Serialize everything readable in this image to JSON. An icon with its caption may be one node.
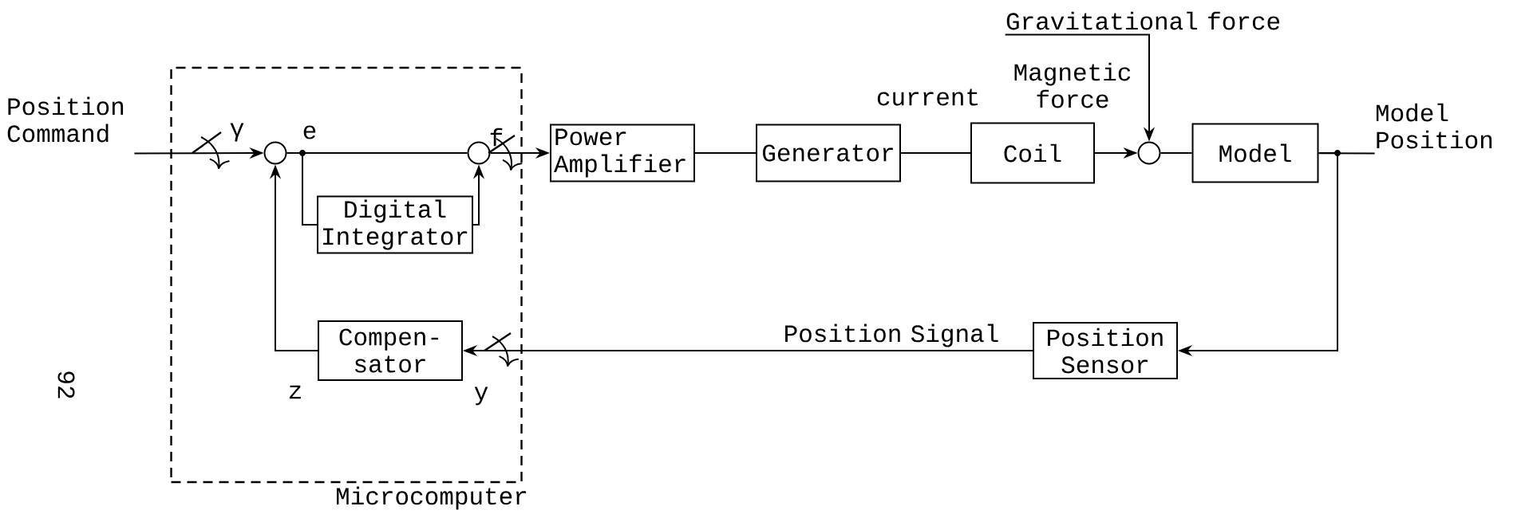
{
  "diagram": {
    "nodes": [
      {
        "text": [
          "Microcomputer"
        ]
      },
      {
        "text": [],
        "shape": "circle",
        "in": 0
      },
      {
        "text": [],
        "shape": "circle",
        "in": 0
      },
      {
        "text": [
          "Digital Integrator"
        ],
        "in": 0
      },
      {
        "text": [
          "Compen- sator"
        ],
        "in": 0
      },
      {
        "text": [
          "Power Amplifier"
        ]
      },
      {
        "text": [
          "Generator"
        ]
      },
      {
        "text": [
          "Coil"
        ]
      },
      {
        "text": [],
        "shape": "circle"
      },
      {
        "text": [
          "Model"
        ]
      },
      {
        "text": [
          "Position Sensor"
        ]
      },
      {
        "text": [
          "Position Command"
        ]
      },
      {
        "text": [
          "Model Position"
        ]
      },
      {
        "text": [
          "Gravitational force"
        ]
      }
    ],
    "edges": [
      {
        "from": 11,
        "to": 1,
        "arrow": "to"
      },
      {
        "from": 4,
        "to": 1,
        "arrow": "to"
      },
      {
        "from": 1,
        "to": 2,
        "arrow": "none"
      },
      {
        "from": 1,
        "to": 3,
        "arrow": "none"
      },
      {
        "from": 3,
        "to": 2,
        "arrow": "to"
      },
      {
        "from": 2,
        "to": 5,
        "arrow": "to"
      },
      {
        "from": 5,
        "to": 6,
        "arrow": "none"
      },
      {
        "from": 6,
        "to": 7,
        "arrow": "none",
        "label": "current"
      },
      {
        "from": 7,
        "to": 8,
        "arrow": "to",
        "label": "Magnetic force"
      },
      {
        "from": 13,
        "to": 8,
        "arrow": "to"
      },
      {
        "from": 8,
        "to": 9,
        "arrow": "none"
      },
      {
        "from": 9,
        "to": 12,
        "arrow": "none"
      },
      {
        "from": 9,
        "to": 10,
        "arrow": "to"
      },
      {
        "from": 10,
        "to": 4,
        "arrow": "to",
        "label": "Position Signal"
      }
    ],
    "labels": [
      "γ",
      "e",
      "f",
      "z",
      "y",
      "92"
    ]
  }
}
